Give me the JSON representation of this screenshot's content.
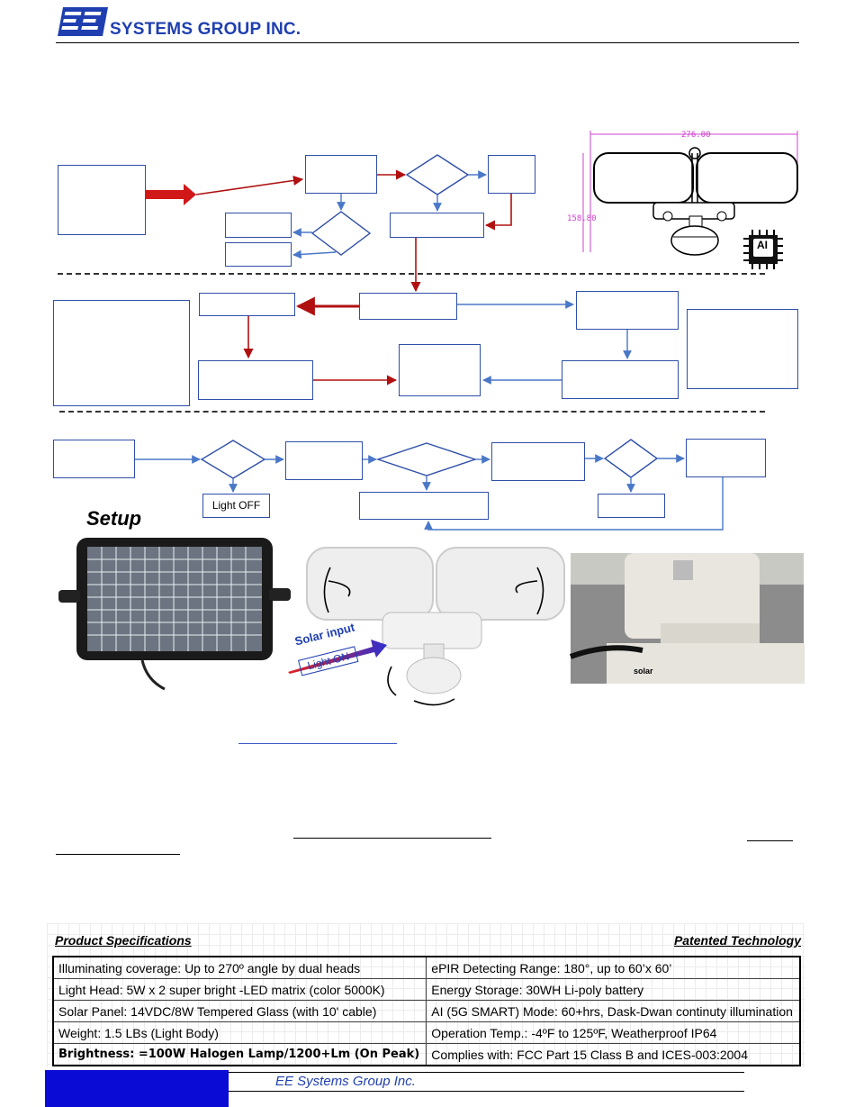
{
  "header": {
    "logo_text": "EE",
    "company": "SYSTEMS GROUP INC."
  },
  "diagram": {
    "dimension_width": "276.00",
    "dimension_height": "158.80",
    "chip_label": "AI",
    "light_off_label": "Light OFF",
    "setup_label": "Setup",
    "solar_input_label": "Solar input",
    "light_on_label": "Light ON",
    "photo_solar_label": "solar"
  },
  "specs": {
    "left_title": "Product Specifications",
    "right_title": "Patented Technology",
    "rows": [
      {
        "left": "Illuminating coverage: Up to 270º angle by dual heads",
        "right": "ePIR Detecting Range: 180°, up to 60’x 60’"
      },
      {
        "left": "Light Head: 5W x 2 super bright -LED matrix (color 5000K)",
        "right": "Energy Storage: 30WH Li-poly battery"
      },
      {
        "left": "Solar Panel: 14VDC/8W Tempered Glass (with 10' cable)",
        "right": "AI (5G SMART) Mode: 60+hrs, Dask-Dwan continuty illumination"
      },
      {
        "left": "Weight: 1.5 LBs (Light Body)",
        "right": "Operation Temp.: -4ºF to 125ºF, Weatherproof IP64"
      },
      {
        "left": "Brightness: =100W Halogen Lamp/1200+Lm (On Peak)",
        "right": "Complies with: FCC Part 15 Class B and ICES-003:2004"
      }
    ]
  },
  "footer": {
    "company": "EE Systems Group Inc."
  },
  "colors": {
    "brand_blue": "#1f3fb0",
    "flow_red": "#b01010",
    "flow_blue": "#4a78c8",
    "footer_bar": "#0b0bd6"
  }
}
